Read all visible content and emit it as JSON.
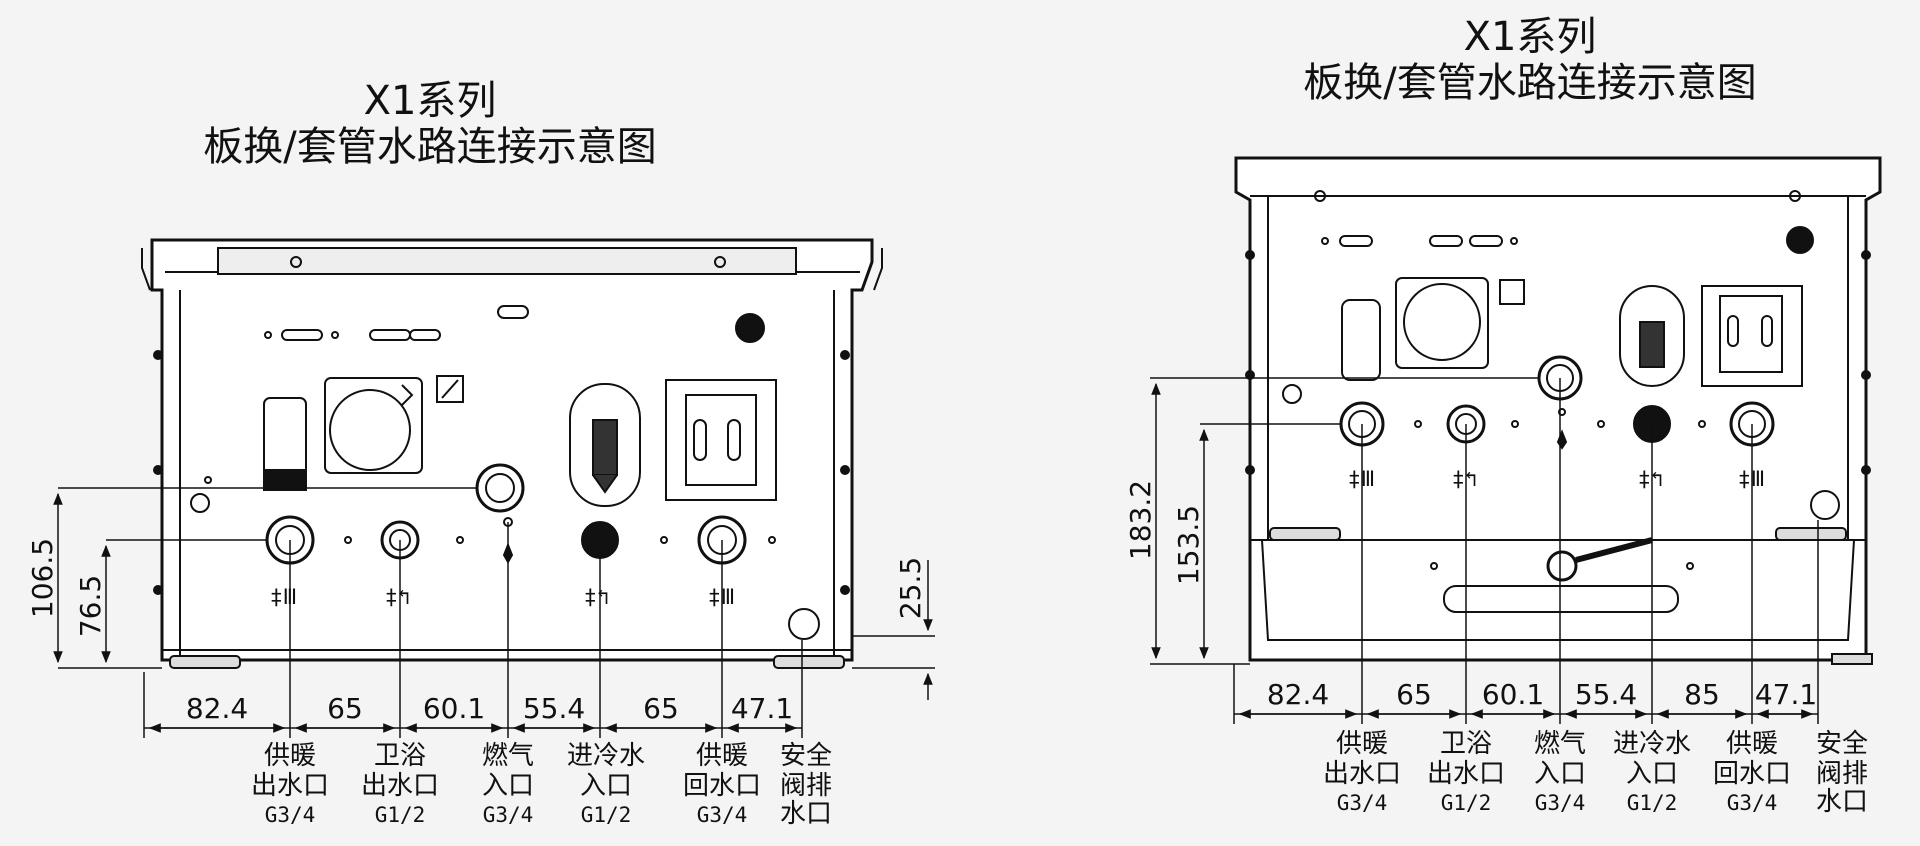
{
  "left": {
    "title_line1": "X1系列",
    "title_line2": "板换/套管水路连接示意图",
    "widths": [
      "82.4",
      "65",
      "60.1",
      "55.4",
      "65",
      "47.1"
    ],
    "heights": [
      "106.5",
      "76.5",
      "25.5"
    ],
    "labels": [
      {
        "l1": "供暖",
        "l2": "出水口",
        "l3": "G3/4"
      },
      {
        "l1": "卫浴",
        "l2": "出水口",
        "l3": "G1/2"
      },
      {
        "l1": "燃气",
        "l2": "入口",
        "l3": "G3/4"
      },
      {
        "l1": "进冷水",
        "l2": "入口",
        "l3": "G1/2"
      },
      {
        "l1": "供暖",
        "l2": "回水口",
        "l3": "G3/4"
      },
      {
        "l1": "安全",
        "l2": "阀排",
        "l3": "水口"
      }
    ]
  },
  "right": {
    "title_line1": "X1系列",
    "title_line2": "板换/套管水路连接示意图",
    "widths": [
      "82.4",
      "65",
      "60.1",
      "55.4",
      "85",
      "47.1"
    ],
    "heights": [
      "183.2",
      "153.5"
    ],
    "labels": [
      {
        "l1": "供暖",
        "l2": "出水口",
        "l3": "G3/4"
      },
      {
        "l1": "卫浴",
        "l2": "出水口",
        "l3": "G1/2"
      },
      {
        "l1": "燃气",
        "l2": "入口",
        "l3": "G3/4"
      },
      {
        "l1": "进冷水",
        "l2": "入口",
        "l3": "G1/2"
      },
      {
        "l1": "供暖",
        "l2": "回水口",
        "l3": "G3/4"
      },
      {
        "l1": "安全",
        "l2": "阀排",
        "l3": "水口"
      }
    ]
  }
}
